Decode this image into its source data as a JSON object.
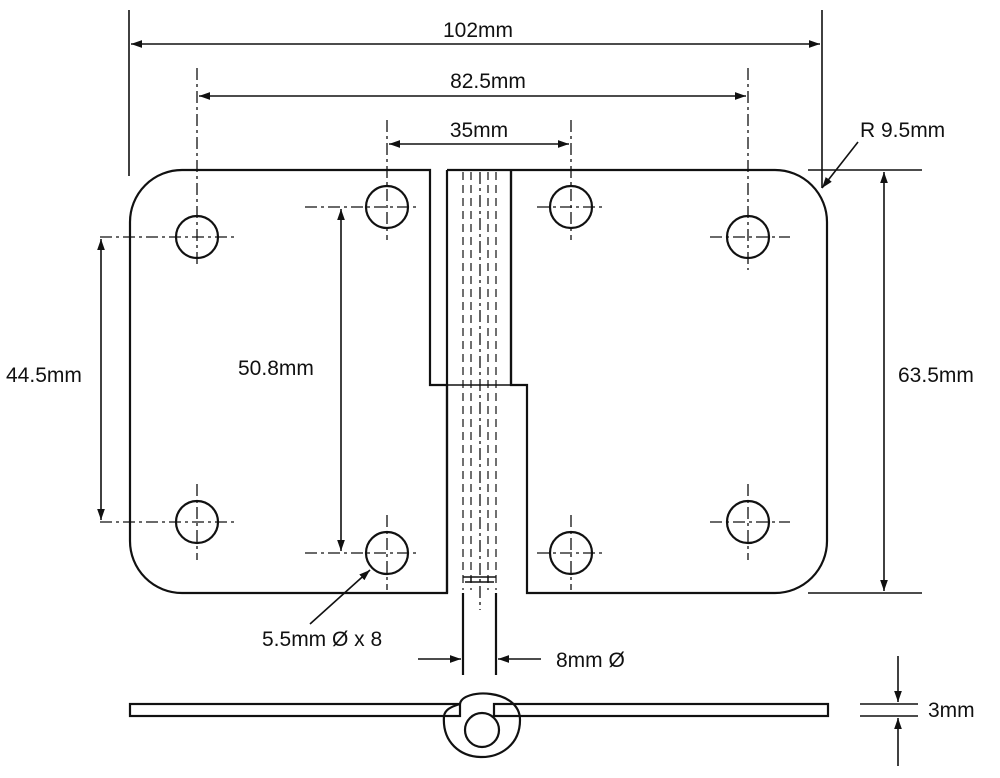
{
  "dimensions": {
    "overall_width": "102mm",
    "outer_hole_spacing": "82.5mm",
    "inner_hole_spacing": "35mm",
    "corner_radius": "R 9.5mm",
    "overall_height": "63.5mm",
    "outer_hole_vertical_spacing": "44.5mm",
    "inner_hole_vertical_spacing": "50.8mm",
    "hole_spec": "5.5mm Ø x 8",
    "pin_diameter": "8mm Ø",
    "thickness": "3mm"
  }
}
